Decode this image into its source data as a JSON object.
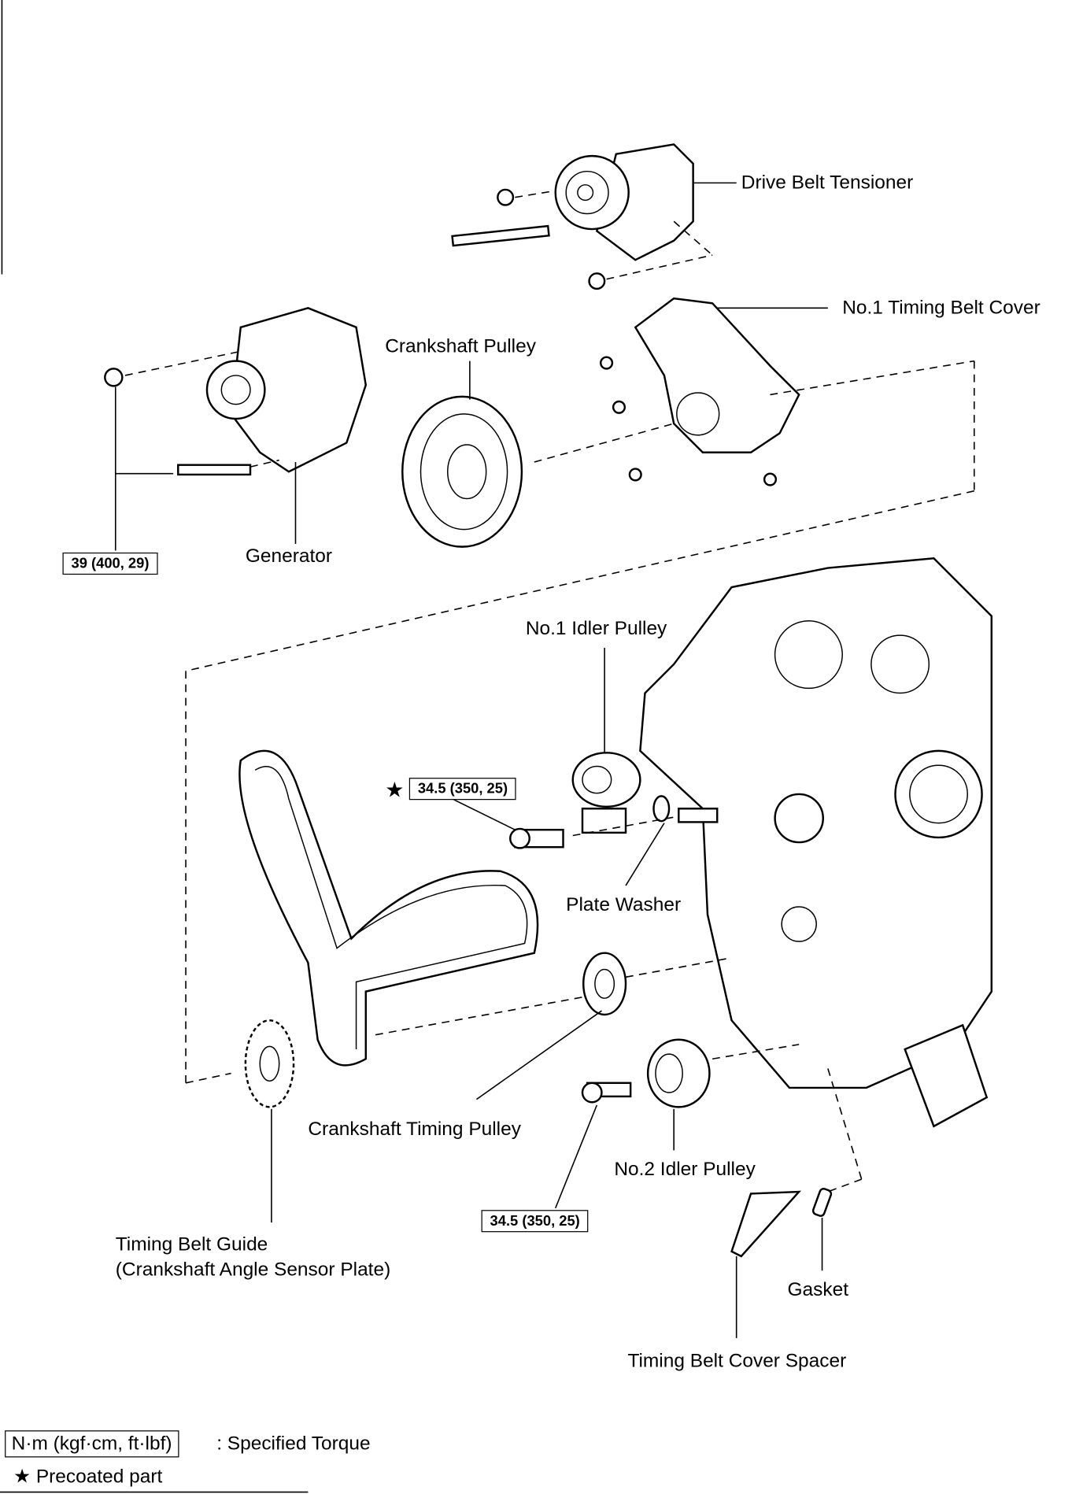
{
  "labels": {
    "drive_belt_tensioner": "Drive Belt Tensioner",
    "no1_timing_belt_cover": "No.1 Timing Belt Cover",
    "crankshaft_pulley": "Crankshaft Pulley",
    "generator": "Generator",
    "no1_idler_pulley": "No.1 Idler Pulley",
    "plate_washer": "Plate Washer",
    "crankshaft_timing_pulley": "Crankshaft Timing Pulley",
    "no2_idler_pulley": "No.2 Idler Pulley",
    "timing_belt_guide": "Timing Belt Guide",
    "timing_belt_guide_sub": "(Crankshaft Angle Sensor Plate)",
    "gasket": "Gasket",
    "timing_belt_cover_spacer": "Timing Belt Cover Spacer"
  },
  "torques": {
    "generator_bolt": "39 (400, 29)",
    "idler_bolt_precoated": "34.5 (350, 25)",
    "no2_idler_bolt": "34.5 (350, 25)"
  },
  "precoated_mark": "★",
  "legend": {
    "torque_unit": "N·m (kgf·cm, ft·lbf)",
    "torque_desc": ": Specified Torque",
    "precoated": "★ Precoated part"
  }
}
